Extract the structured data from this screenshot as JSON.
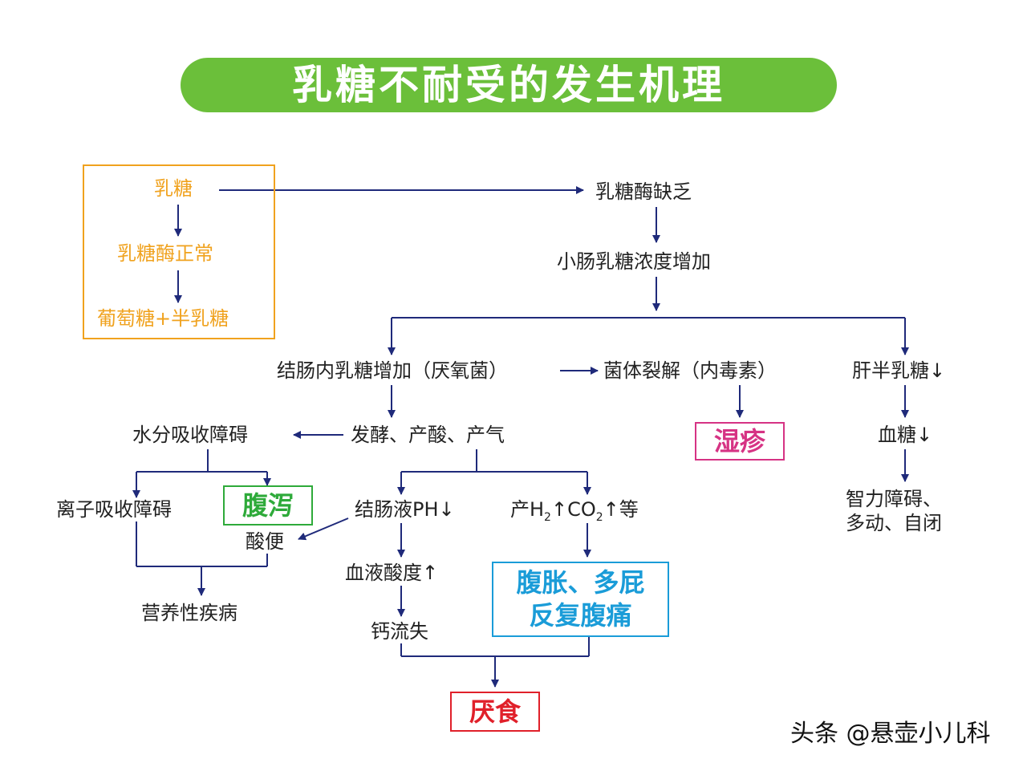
{
  "title": "乳糖不耐受的发生机理",
  "normal_path": {
    "lactose": "乳糖",
    "enzyme_normal": "乳糖酶正常",
    "products": "葡萄糖+半乳糖"
  },
  "nodes": {
    "enzyme_deficiency": "乳糖酶缺乏",
    "small_intestine": "小肠乳糖浓度增加",
    "colon_lactose": "结肠内乳糖增加（厌氧菌）",
    "bacteria_lysis": "菌体裂解（内毒素）",
    "liver_galactose": "肝半乳糖↓",
    "eczema": "湿疹",
    "blood_sugar": "血糖↓",
    "intellect_1": "智力障碍、",
    "intellect_2": "多动、自闭",
    "water_absorption": "水分吸收障碍",
    "fermentation": "发酵、产酸、产气",
    "ion_absorption": "离子吸收障碍",
    "diarrhea": "腹泻",
    "acid_stool": "酸便",
    "colon_ph": "结肠液PH↓",
    "gas_prefix": "产H",
    "gas_sub1": "2",
    "gas_mid": "↑CO",
    "gas_sub2": "2",
    "gas_suffix": "↑等",
    "blood_acidity": "血液酸度↑",
    "bloating_1": "腹胀、多屁",
    "bloating_2": "反复腹痛",
    "malnutrition": "营养性疾病",
    "calcium_loss": "钙流失",
    "anorexia": "厌食"
  },
  "watermark": "头条 @悬壶小儿科",
  "colors": {
    "title_bg": "#6bbf3a",
    "orange": "#f0a21e",
    "arrow": "#1f2a7a",
    "eczema": "#d63384",
    "diarrhea": "#2eaa3a",
    "bloating": "#1a9cd8",
    "anorexia": "#e0202a"
  }
}
